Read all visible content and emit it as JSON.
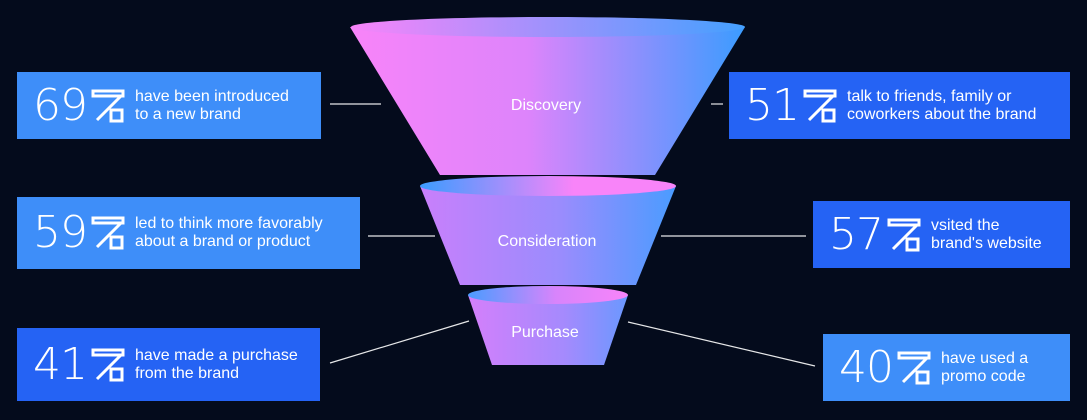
{
  "funnel": {
    "stages": [
      {
        "label": "Discovery"
      },
      {
        "label": "Consideration"
      },
      {
        "label": "Purchase"
      }
    ]
  },
  "stats": [
    {
      "number": "69",
      "text_line1": "have been introduced",
      "text_line2": "to a new brand"
    },
    {
      "number": "51",
      "text_line1": "talk to friends, family or",
      "text_line2": "coworkers about the brand"
    },
    {
      "number": "59",
      "text_line1": "led to think more favorably",
      "text_line2": "about a brand or product"
    },
    {
      "number": "57",
      "text_line1": "vsited the",
      "text_line2": "brand's website"
    },
    {
      "number": "41",
      "text_line1": "have made a purchase",
      "text_line2": "from the brand"
    },
    {
      "number": "40",
      "text_line1": "have used a",
      "text_line2": "promo code"
    }
  ],
  "colors": {
    "background": "#040b1c",
    "card_light": "#3e8ef9",
    "card_dark": "#2563f4",
    "funnel_pink": "#f884f9",
    "funnel_blue": "#3b9cff",
    "connector": "#ffffff"
  }
}
